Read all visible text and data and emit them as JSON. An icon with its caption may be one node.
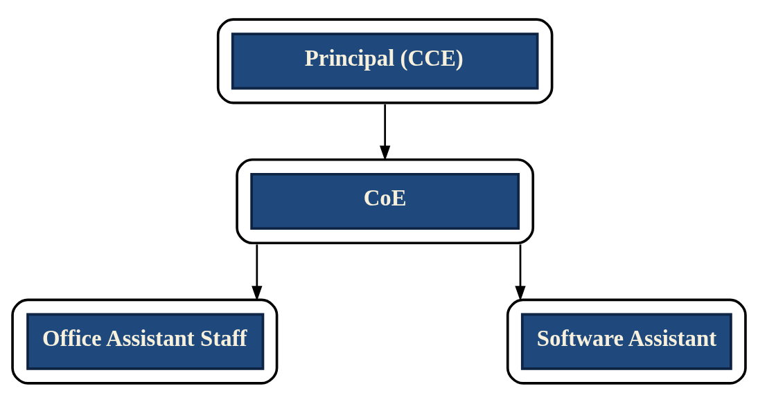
{
  "diagram": {
    "nodes": [
      {
        "text": [
          "Principal (CCE)"
        ]
      },
      {
        "text": [
          "CoE"
        ]
      },
      {
        "text": [
          "Office Assistant Staff"
        ]
      },
      {
        "text": [
          "Software Assistant"
        ]
      }
    ],
    "edges": [
      {
        "from": 0,
        "to": 1,
        "arrow": "to"
      },
      {
        "from": 1,
        "to": 2,
        "arrow": "to"
      },
      {
        "from": 1,
        "to": 3,
        "arrow": "to"
      }
    ]
  }
}
